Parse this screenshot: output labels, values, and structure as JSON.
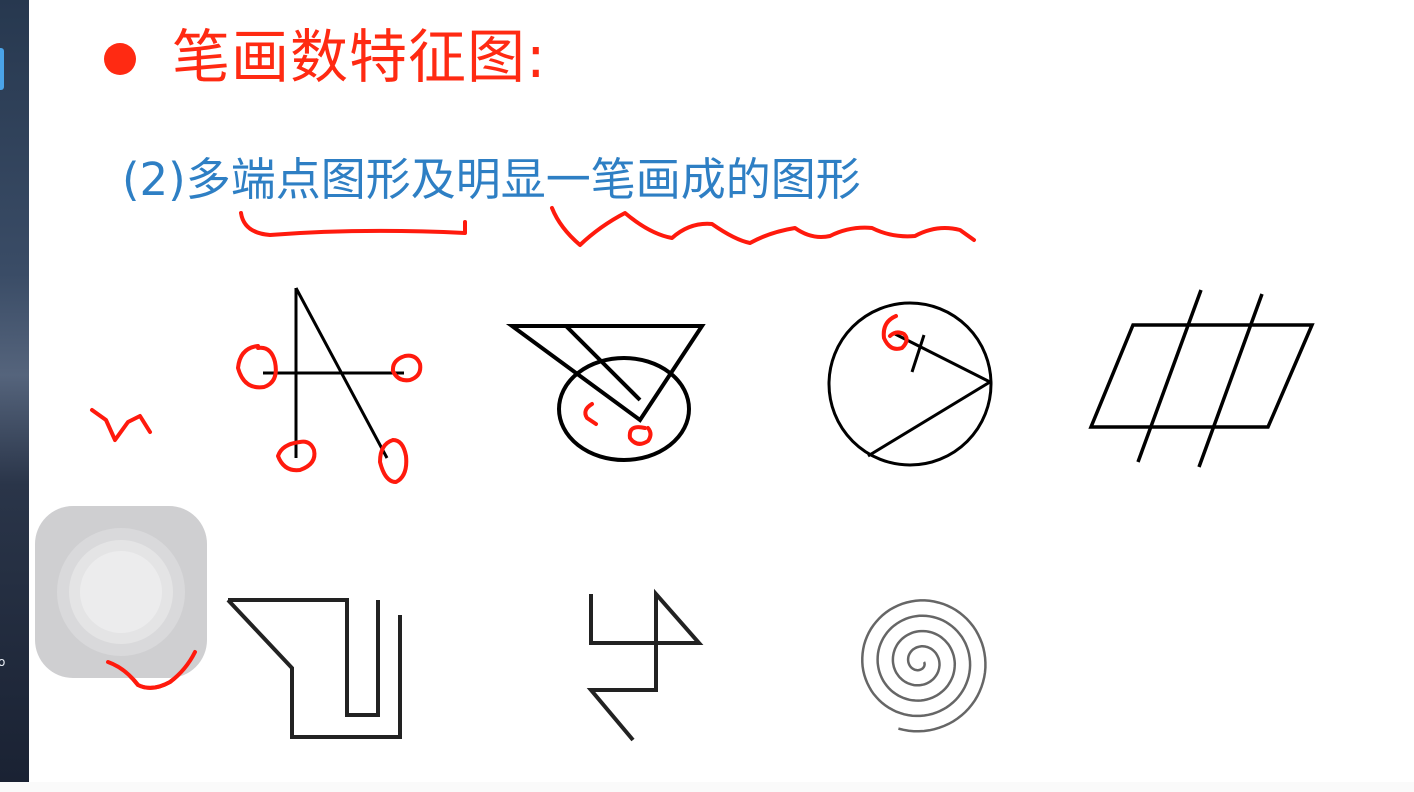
{
  "slide": {
    "title": "笔画数特征图:",
    "subtitle": "(2)多端点图形及明显一笔画成的图形",
    "title_color": "#ff2a12",
    "subtitle_color": "#2e7fc4",
    "annotation_color": "#ff1a0d"
  },
  "figures": [
    "letter-a-figure-icon",
    "triangle-with-ellipse-figure-icon",
    "circle-with-chevron-figure-icon",
    "parallelogram-with-lines-figure-icon",
    "notched-u-figure-icon",
    "zigzag-figure-icon",
    "spiral-figure-icon"
  ],
  "desktop": {
    "edge_glyph": "o",
    "assistive_touch_icon": "assistive-touch-icon"
  }
}
